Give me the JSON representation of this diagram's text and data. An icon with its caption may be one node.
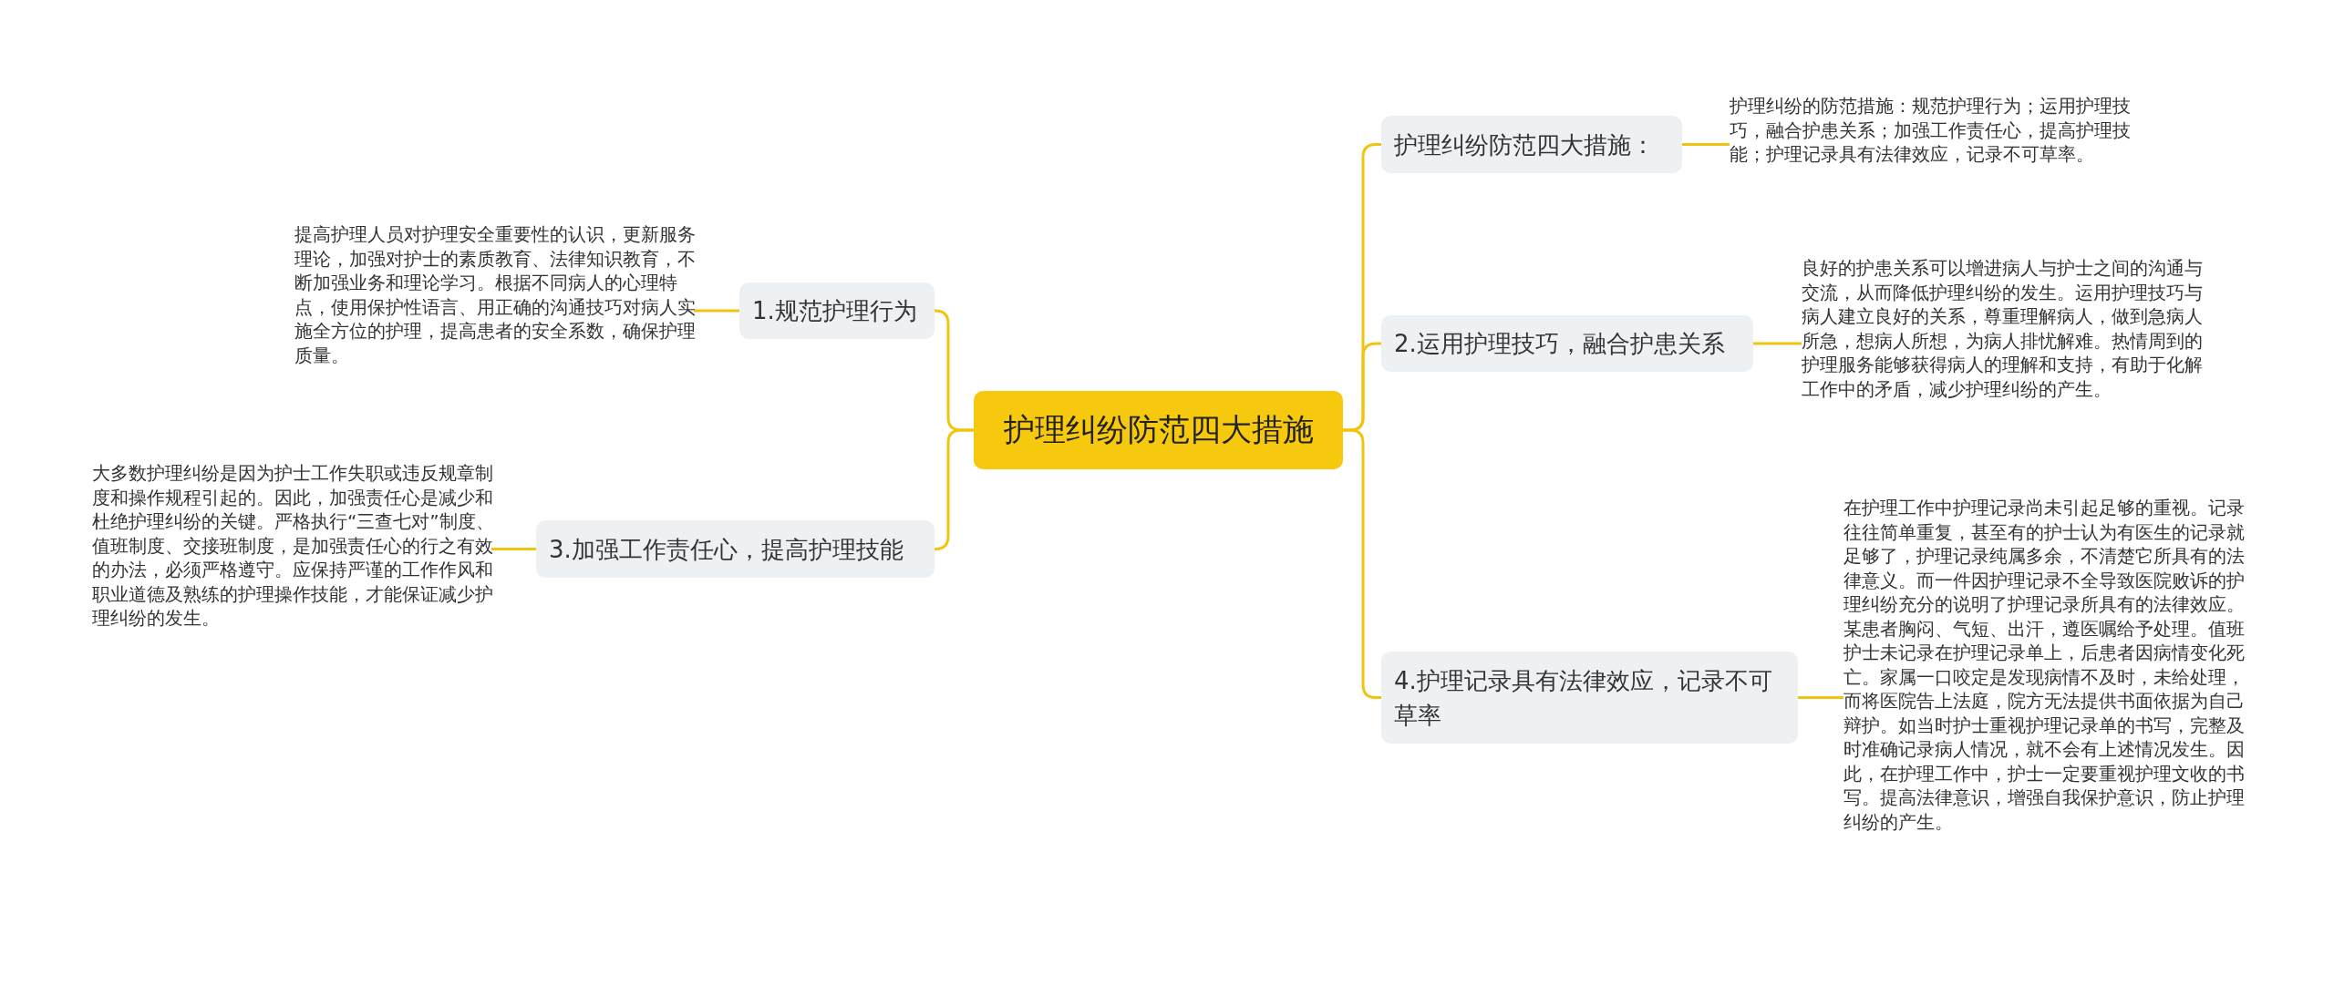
{
  "diagram": {
    "nodes": [
      {
        "text": [
          "护理纠纷防范四大措施"
        ]
      },
      {
        "text": [
          "1.规范护理行为"
        ]
      },
      {
        "text": [
          "提高护理人员对护理安全重要性的认识，更新服务理论，加强对护士的素质教育、法律知识教育，不断加强业务和理论学习。根据不同病人的心理特点，使用保护性语言、用正确的沟通技巧对病人实施全方位的护理，提高患者的安全系数，确保护理质量。"
        ]
      },
      {
        "text": [
          "3.加强工作责任心，提高护理技能"
        ]
      },
      {
        "text": [
          "大多数护理纠纷是因为护士工作失职或违反规章制度和操作规程引起的。因此，加强责任心是减少和杜绝护理纠纷的关键。严格执行“三查七对”制度、值班制度、交接班制度，是加强责任心的行之有效的办法，必须严格遵守。应保持严谨的工作作风和职业道德及熟练的护理操作技能，才能保证减少护理纠纷的发生。"
        ]
      },
      {
        "text": [
          "护理纠纷防范四大措施："
        ]
      },
      {
        "text": [
          "护理纠纷的防范措施：规范护理行为；运用护理技巧，融合护患关系；加强工作责任心，提高护理技能；护理记录具有法律效应，记录不可草率。"
        ]
      },
      {
        "text": [
          "2.运用护理技巧，融合护患关系"
        ]
      },
      {
        "text": [
          "良好的护患关系可以增进病人与护士之间的沟通与交流，从而降低护理纠纷的发生。运用护理技巧与病人建立良好的关系，尊重理解病人，做到急病人所急，想病人所想，为病人排忧解难。热情周到的护理服务能够获得病人的理解和支持，有助于化解工作中的矛盾，减少护理纠纷的产生。"
        ]
      },
      {
        "text": [
          "4.护理记录具有法律效应，记录不可草率"
        ]
      },
      {
        "text": [
          "在护理工作中护理记录尚未引起足够的重视。记录往往简单重复，甚至有的护士认为有医生的记录就足够了，护理记录纯属多余，不清楚它所具有的法律意义。而一件因护理记录不全导致医院败诉的护理纠纷充分的说明了护理记录所具有的法律效应。某患者胸闷、气短、出汗，遵医嘱给予处理。值班护士未记录在护理记录单上，后患者因病情变化死亡。家属一口咬定是发现病情不及时，未给处理，而将医院告上法庭，院方无法提供书面依据为自己辩护。如当时护士重视护理记录单的书写，完整及时准确记录病人情况，就不会有上述情况发生。因此，在护理工作中，护士一定要重视护理文收的书写。提高法律意识，增强自我保护意识，防止护理纠纷的产生。"
        ]
      }
    ],
    "edges": [
      {
        "from": 0,
        "to": 1,
        "arrow": "none"
      },
      {
        "from": 1,
        "to": 2,
        "arrow": "none"
      },
      {
        "from": 0,
        "to": 3,
        "arrow": "none"
      },
      {
        "from": 3,
        "to": 4,
        "arrow": "none"
      },
      {
        "from": 0,
        "to": 5,
        "arrow": "none"
      },
      {
        "from": 5,
        "to": 6,
        "arrow": "none"
      },
      {
        "from": 0,
        "to": 7,
        "arrow": "none"
      },
      {
        "from": 7,
        "to": 8,
        "arrow": "none"
      },
      {
        "from": 0,
        "to": 9,
        "arrow": "none"
      },
      {
        "from": 9,
        "to": 10,
        "arrow": "none"
      }
    ]
  }
}
